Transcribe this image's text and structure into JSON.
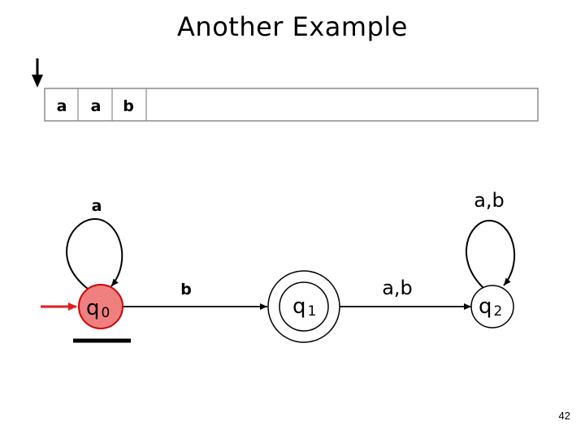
{
  "slide": {
    "title": "Another Example",
    "page_number": "42"
  },
  "tape": {
    "cells": [
      "a",
      "a",
      "b"
    ]
  },
  "states": {
    "q0": {
      "name": "q",
      "sub": "0",
      "fill": "#f08080",
      "stroke": "#d00000"
    },
    "q1": {
      "name": "q",
      "sub": "1"
    },
    "q2": {
      "name": "q",
      "sub": "2"
    }
  },
  "transitions": {
    "q0_loop": "a",
    "q0_q1": "b",
    "q1_q2": "a,b",
    "q2_loop": "a,b"
  },
  "colors": {
    "active": "#e31c1c",
    "line": "#000000"
  }
}
